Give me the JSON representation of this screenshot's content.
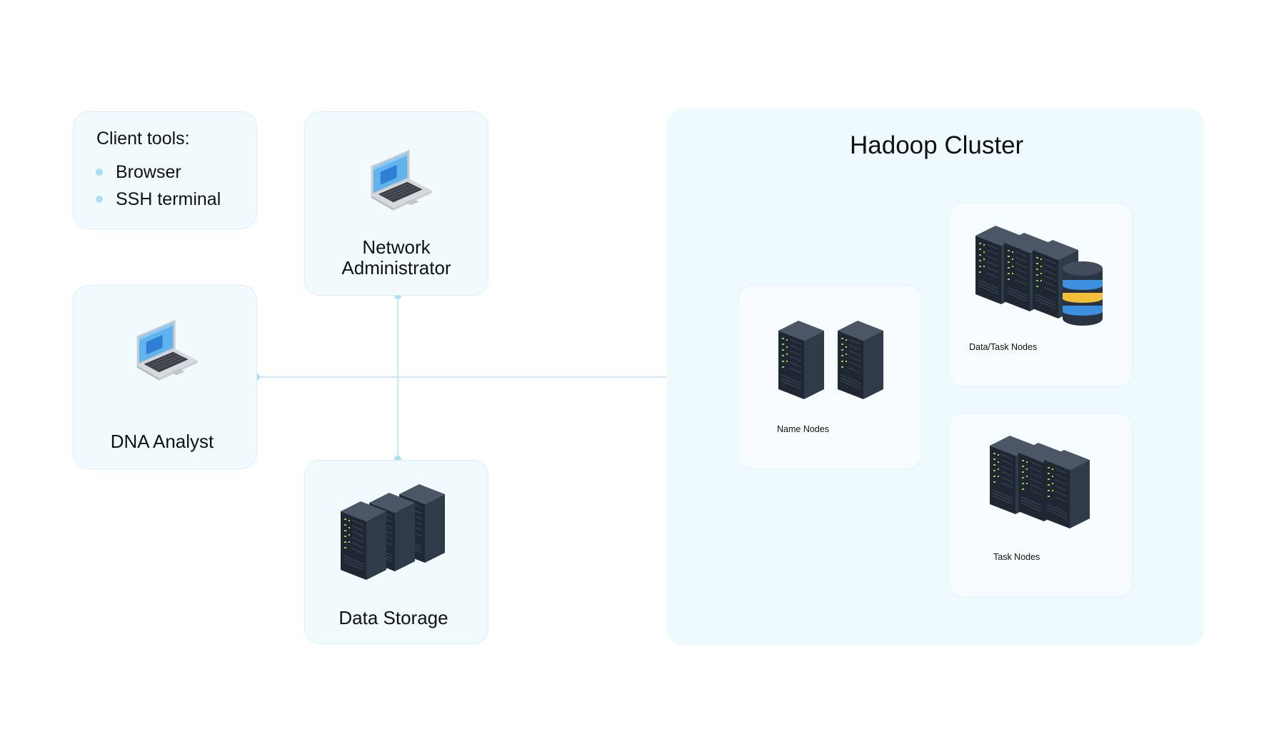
{
  "client_tools": {
    "heading": "Client tools:",
    "items": [
      "Browser",
      "SSH terminal"
    ]
  },
  "network_admin": {
    "label_line1": "Network",
    "label_line2": "Administrator",
    "icon": "laptop-icon"
  },
  "dna_analyst": {
    "label": "DNA Analyst",
    "icon": "laptop-icon"
  },
  "data_storage": {
    "label": "Data Storage",
    "icon": "server-rack-icon"
  },
  "hadoop_cluster": {
    "title": "Hadoop Cluster",
    "name_nodes": {
      "label": "Name Nodes",
      "icon": "server-rack-icon"
    },
    "data_task_nodes": {
      "label": "Data/Task Nodes",
      "icon": "database-icon"
    },
    "task_nodes": {
      "label": "Task Nodes",
      "icon": "server-rack-icon"
    }
  },
  "colors": {
    "card_bg": "#f1fbfe",
    "card_border": "#d6f0f9",
    "connector": "#b6e4f6",
    "connector_dot": "#a8e0f6",
    "server_dark": "#2a3341",
    "laptop_screen": "#5fb2ea",
    "db_blue": "#3d8fe0",
    "db_yellow": "#f2c038"
  }
}
